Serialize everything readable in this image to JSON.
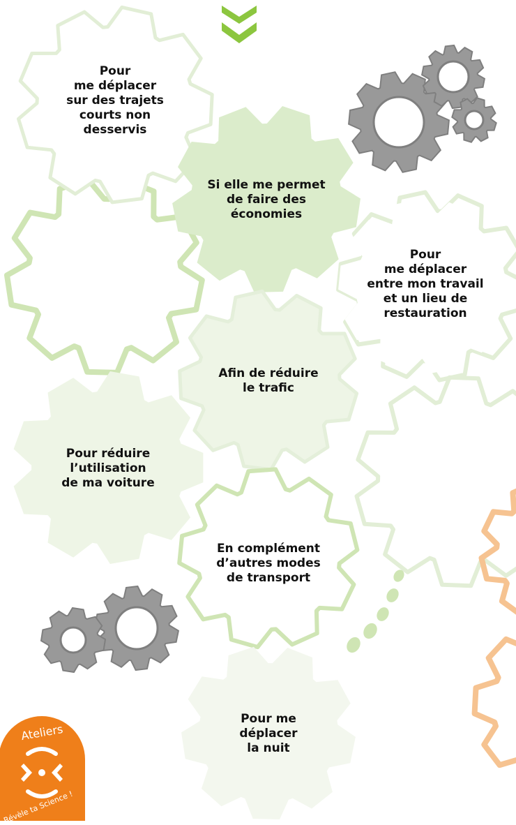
{
  "colors": {
    "green_dark": "#8cc63f",
    "green_light": "#cfe5b4",
    "green_pale": "#e2eed6",
    "green_fill": "#dbeccb",
    "green_fill_pale": "#eef5e6",
    "grey_gear": "#999999",
    "grey_gear_dark": "#7f7f7f",
    "orange": "#ef7f1a",
    "orange_light": "#f6c391"
  },
  "icons": [
    "double-chevron-down-icon",
    "gears-icon",
    "ateliers-logo"
  ],
  "gears": [
    {
      "name": "gear-trajets-courts",
      "label": "Pour\nme déplacer\nsur des trajets\ncourts non\ndesservis"
    },
    {
      "name": "gear-economies",
      "label": "Si elle me permet\nde faire des\néconomies"
    },
    {
      "name": "gear-travail-restauration",
      "label": "Pour\nme déplacer\nentre mon travail\net un lieu de\nrestauration"
    },
    {
      "name": "gear-trafic",
      "label": "Afin de réduire\nle trafic"
    },
    {
      "name": "gear-voiture",
      "label": "Pour réduire\nl’utilisation\nde ma voiture"
    },
    {
      "name": "gear-complement",
      "label": "En complément\nd’autres modes\nde transport"
    },
    {
      "name": "gear-nuit",
      "label": "Pour me\ndéplacer\nla nuit"
    }
  ],
  "logo": {
    "top_text": "Ateliers",
    "bottom_text": "Révèle ta Science !"
  }
}
